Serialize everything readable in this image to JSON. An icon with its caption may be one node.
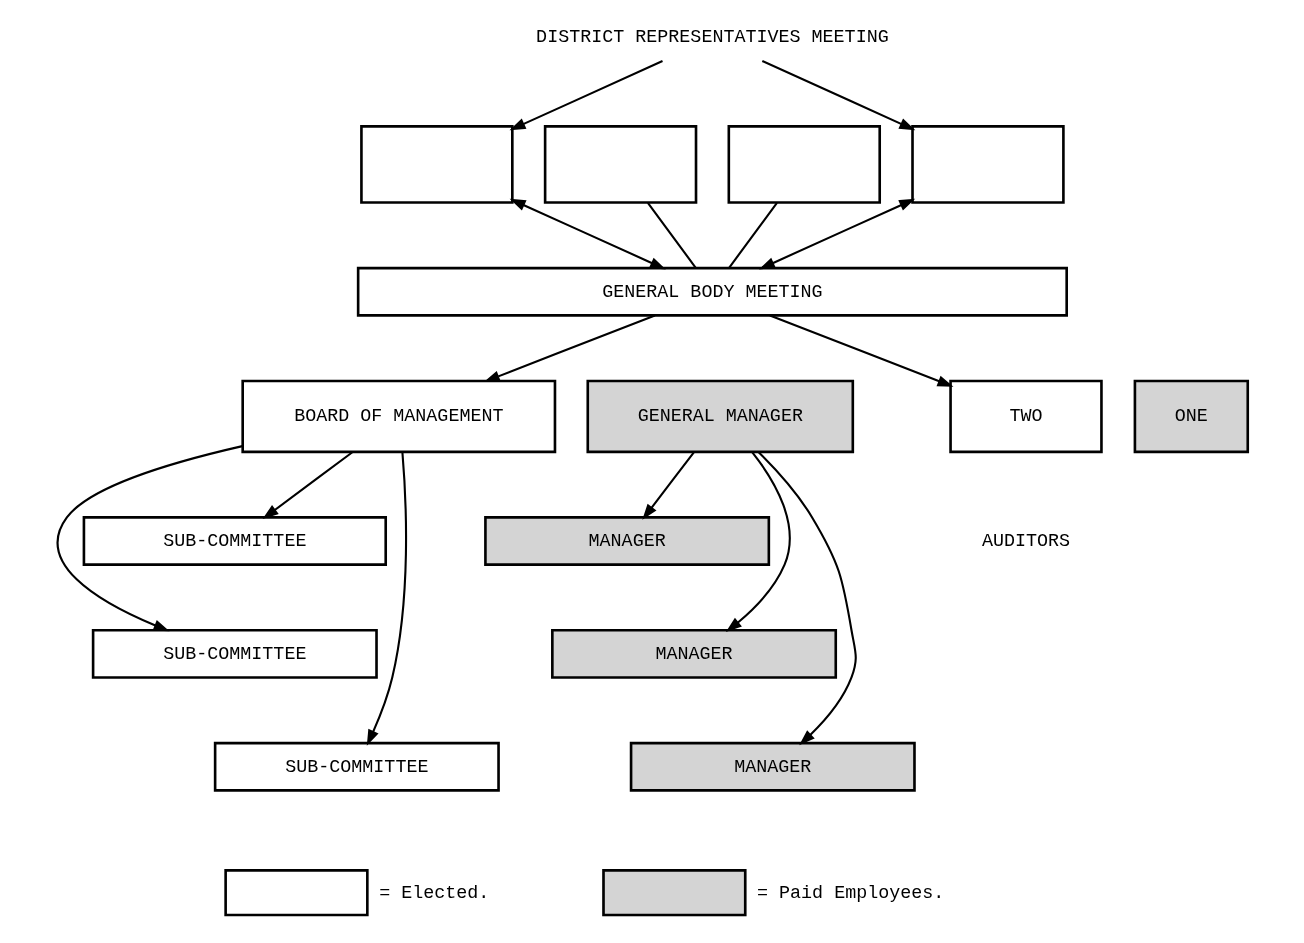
{
  "diagram": {
    "nodes": [
      {
        "text": [
          "DISTRICT REPRESENTATIVES MEETING"
        ]
      },
      {
        "text": [],
        "shape": "box"
      },
      {
        "text": [],
        "shape": "box"
      },
      {
        "text": [],
        "shape": "box"
      },
      {
        "text": [],
        "shape": "box"
      },
      {
        "text": [
          "GENERAL BODY MEETING"
        ]
      },
      {
        "text": [
          "BOARD OF MANAGEMENT"
        ]
      },
      {
        "text": [
          "GENERAL MANAGER"
        ]
      },
      {
        "text": [
          "TWO"
        ]
      },
      {
        "text": [
          "ONE"
        ]
      },
      {
        "text": [
          "SUB-COMMITTEE"
        ]
      },
      {
        "text": [
          "SUB-COMMITTEE"
        ]
      },
      {
        "text": [
          "SUB-COMMITTEE"
        ]
      },
      {
        "text": [
          "MANAGER"
        ]
      },
      {
        "text": [
          "MANAGER"
        ]
      },
      {
        "text": [
          "MANAGER"
        ]
      }
    ],
    "edges": [
      {
        "from": 0,
        "to": 1,
        "arrow": "to"
      },
      {
        "from": 0,
        "to": 4,
        "arrow": "to"
      },
      {
        "from": 1,
        "to": 5,
        "arrow": "both"
      },
      {
        "from": 2,
        "to": 5,
        "arrow": "none"
      },
      {
        "from": 3,
        "to": 5,
        "arrow": "none"
      },
      {
        "from": 4,
        "to": 5,
        "arrow": "both"
      },
      {
        "from": 5,
        "to": 6,
        "arrow": "to"
      },
      {
        "from": 5,
        "to": 8,
        "arrow": "to"
      },
      {
        "from": 6,
        "to": 10,
        "arrow": "to"
      },
      {
        "from": 6,
        "to": 11,
        "arrow": "to"
      },
      {
        "from": 6,
        "to": 12,
        "arrow": "to"
      },
      {
        "from": 7,
        "to": 13,
        "arrow": "to"
      },
      {
        "from": 7,
        "to": 14,
        "arrow": "to"
      },
      {
        "from": 7,
        "to": 15,
        "arrow": "to"
      }
    ],
    "labels": [
      "AUDITORS"
    ],
    "legend": [
      {
        "text": "= Elected.",
        "color": "#ffffff"
      },
      {
        "text": "= Paid Employees.",
        "color": "#d4d4d4"
      }
    ]
  }
}
